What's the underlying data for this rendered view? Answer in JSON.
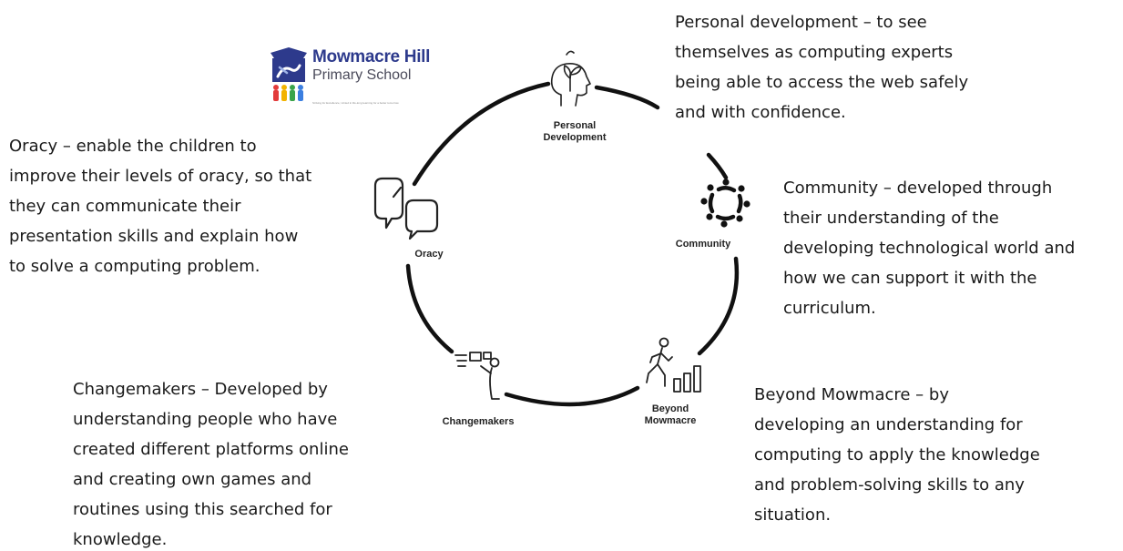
{
  "logo": {
    "name": "Mowmacre Hill",
    "subtitle": "Primary School",
    "tagline": "Striving for Excellence, United in life-long learning for a better tomorrow",
    "colors": {
      "navy": "#2d3a8c",
      "gray": "#4a4a5a"
    }
  },
  "cycle": {
    "nodes": [
      {
        "id": "personal",
        "label": "Personal\nDevelopment",
        "icon": "head-plant-icon"
      },
      {
        "id": "community",
        "label": "Community",
        "icon": "people-circle-icon"
      },
      {
        "id": "beyond",
        "label": "Beyond\nMowmacre",
        "icon": "climber-bars-icon"
      },
      {
        "id": "changemakers",
        "label": "Changemakers",
        "icon": "presenter-icon"
      },
      {
        "id": "oracy",
        "label": "Oracy",
        "icon": "speech-bubbles-icon"
      }
    ]
  },
  "descriptions": {
    "personal": "Personal development – to see\nthemselves as computing experts\nbeing able to access the web safely\nand with confidence.",
    "oracy": "Oracy – enable the children to\nimprove their levels of oracy, so that\nthey can communicate their\npresentation skills and explain how\nto solve a computing problem.",
    "community": "Community – developed through\ntheir understanding of the\ndeveloping technological world and\nhow we can support it with the\ncurriculum.",
    "beyond": "Beyond Mowmacre – by\ndeveloping an understanding for\ncomputing to apply the knowledge\nand problem-solving skills to any\nsituation.",
    "changemakers": "Changemakers – Developed by\nunderstanding people who have\ncreated different platforms online\nand creating own games and\nroutines using this searched for\nknowledge."
  }
}
